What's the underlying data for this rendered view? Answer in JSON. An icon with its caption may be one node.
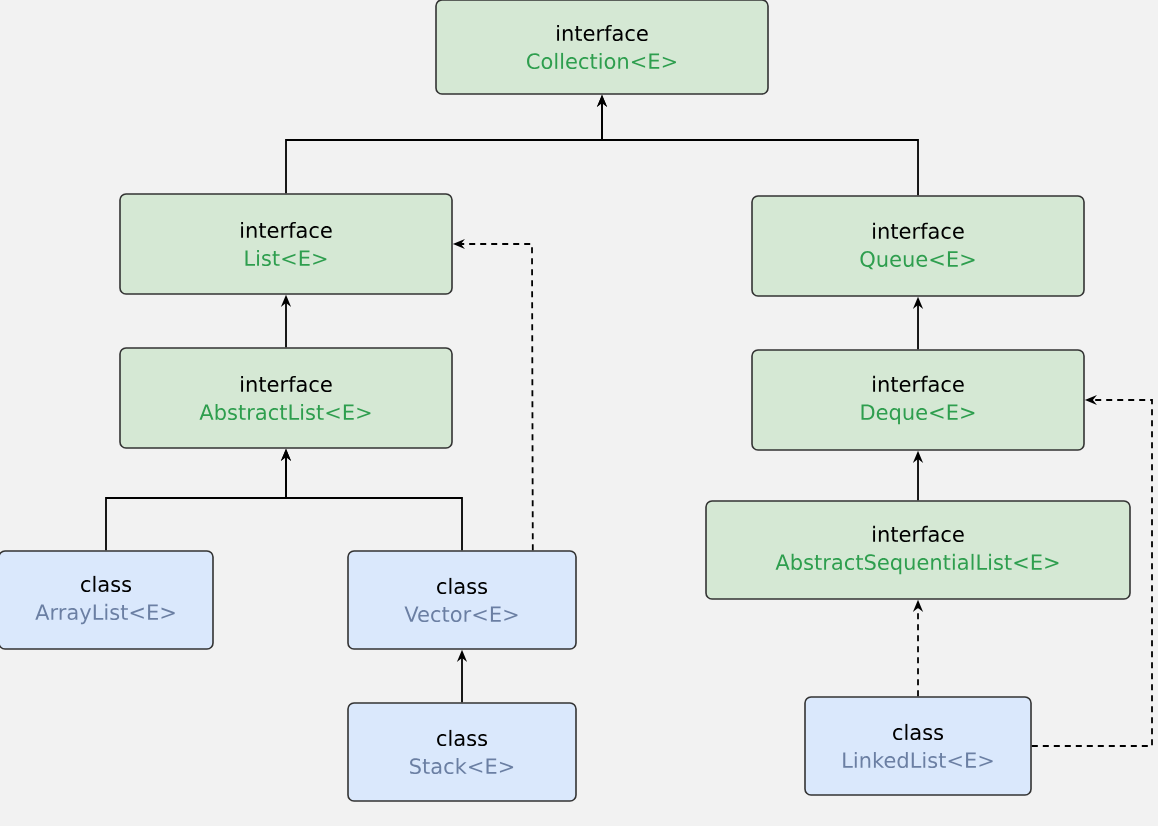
{
  "diagram": {
    "nodes": [
      {
        "text": [
          "interface",
          "Collection<E>"
        ]
      },
      {
        "text": [
          "interface",
          "List<E>"
        ]
      },
      {
        "text": [
          "interface",
          "Queue<E>"
        ]
      },
      {
        "text": [
          "interface",
          "AbstractList<E>"
        ]
      },
      {
        "text": [
          "interface",
          "Deque<E>"
        ]
      },
      {
        "text": [
          "class",
          "ArrayList<E>"
        ]
      },
      {
        "text": [
          "class",
          "Vector<E>"
        ]
      },
      {
        "text": [
          "interface",
          "AbstractSequentialList<E>"
        ]
      },
      {
        "text": [
          "class",
          "Stack<E>"
        ]
      },
      {
        "text": [
          "class",
          "LinkedList<E>"
        ]
      }
    ],
    "edges": [
      {
        "from": 1,
        "to": 0,
        "arrow": "to"
      },
      {
        "from": 2,
        "to": 0,
        "arrow": "to"
      },
      {
        "from": 3,
        "to": 1,
        "arrow": "to"
      },
      {
        "from": 5,
        "to": 3,
        "arrow": "to"
      },
      {
        "from": 6,
        "to": 3,
        "arrow": "to"
      },
      {
        "from": 6,
        "to": 1,
        "arrow": "to",
        "style": "dashed"
      },
      {
        "from": 8,
        "to": 6,
        "arrow": "to"
      },
      {
        "from": 4,
        "to": 2,
        "arrow": "to"
      },
      {
        "from": 7,
        "to": 4,
        "arrow": "to"
      },
      {
        "from": 9,
        "to": 7,
        "arrow": "to",
        "style": "dashed"
      },
      {
        "from": 9,
        "to": 4,
        "arrow": "to",
        "style": "dashed"
      }
    ]
  }
}
